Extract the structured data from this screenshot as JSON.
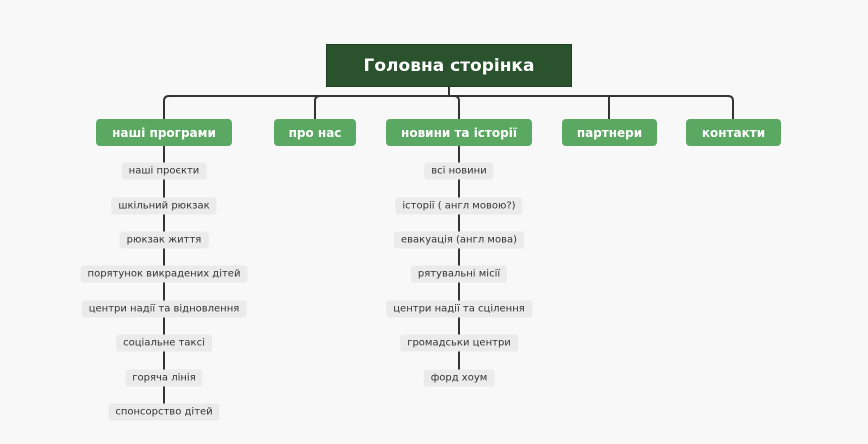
{
  "root": {
    "title": "Головна сторінка"
  },
  "children": [
    {
      "label": "наші програми",
      "leaves": [
        "наші проєкти",
        "шкільний рюкзак",
        "рюкзак життя",
        "порятунок викрадених дітей",
        "центри надії та відновлення",
        "соціальне таксі",
        "горяча лінія",
        "спонсорство дітей"
      ]
    },
    {
      "label": "про нас",
      "leaves": []
    },
    {
      "label": "новини та історії",
      "leaves": [
        "всі новини",
        "історії ( англ мовою?)",
        "евакуація (англ мова)",
        "рятувальні місії",
        "центри надії та сцілення",
        "громадськи центри",
        "форд хоум"
      ]
    },
    {
      "label": "партнери",
      "leaves": []
    },
    {
      "label": "контакти",
      "leaves": []
    }
  ],
  "colors": {
    "root": "#2a532d",
    "child": "#5aa862",
    "leaf": "#ebebeb",
    "line": "#333333"
  }
}
